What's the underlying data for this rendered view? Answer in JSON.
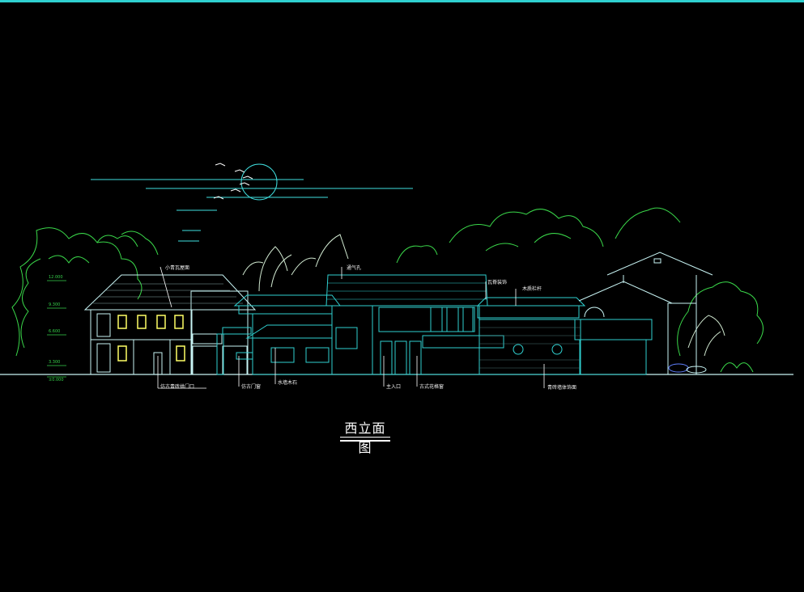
{
  "drawing_title": "西立面图",
  "annotations": [
    {
      "id": "roof-tile",
      "text": "小青瓦屋面"
    },
    {
      "id": "stone-door",
      "text": "仿古青砖拱门口"
    },
    {
      "id": "wood-door",
      "text": "仿古门窗"
    },
    {
      "id": "water-feature",
      "text": "水墙木石"
    },
    {
      "id": "gable",
      "text": "通气孔"
    },
    {
      "id": "main-entry",
      "text": "主入口"
    },
    {
      "id": "window-frame",
      "text": "古式花格窗"
    },
    {
      "id": "roof-ridge",
      "text": "瓦脊装饰"
    },
    {
      "id": "wood-rail",
      "text": "木质栏杆"
    },
    {
      "id": "stone-wall",
      "text": "青砖墙体饰面"
    }
  ],
  "level_marks": [
    "±0.000",
    "3.300",
    "6.600",
    "9.300",
    "12.000"
  ],
  "colors": {
    "background": "#000000",
    "border": "#2fd0d0",
    "building_line": "#c8f4f4",
    "trees": "#3ad84a",
    "windows": "#ffff66",
    "moon": "#40e0e0"
  }
}
